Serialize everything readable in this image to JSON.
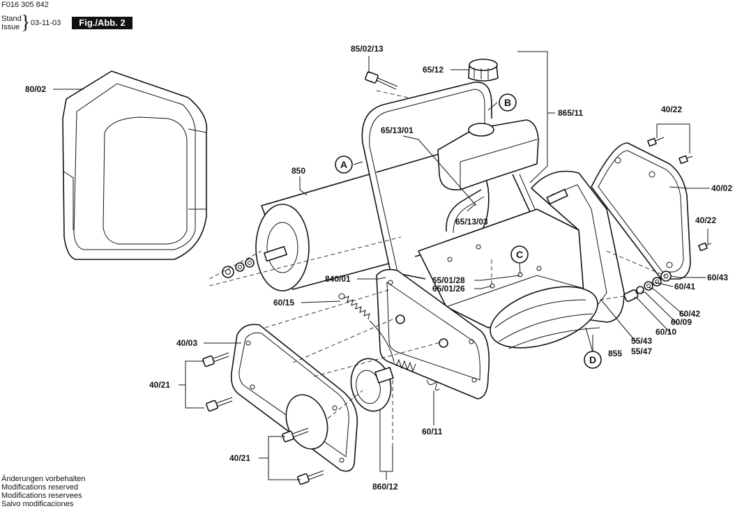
{
  "header": {
    "doc_number": "F016 305 842",
    "stand_label": "Stand",
    "issue_label": "Issue",
    "date": "03-11-03",
    "figure": "Fig./Abb. 2"
  },
  "footer_notes": [
    "Änderungen vorbehalten",
    "Modifications reserved",
    "Modifications reservees",
    "Salvo modificaciones"
  ],
  "callouts": {
    "p85_02_13": "85/02/13",
    "p65_12": "65/12",
    "p865_11": "865/11",
    "p80_02": "80/02",
    "p65_13_01": "65/13/01",
    "p850": "850",
    "p65_13_03": "65/13/03",
    "p40_22a": "40/22",
    "p40_02": "40/02",
    "p40_22b": "40/22",
    "p840_01": "840/01",
    "p65_01_28": "65/01/28",
    "p65_01_26": "65/01/26",
    "p60_15": "60/15",
    "p60_43": "60/43",
    "p60_41": "60/41",
    "p60_42": "60/42",
    "p60_09": "60/09",
    "p60_10": "60/10",
    "p55_43": "55/43",
    "p55_47": "55/47",
    "p855": "855",
    "p40_03": "40/03",
    "p40_21a": "40/21",
    "p40_21b": "40/21",
    "p60_11": "60/11",
    "p860_12": "860/12"
  },
  "reference_marks": {
    "A": "A",
    "B": "B",
    "C": "C",
    "D": "D"
  }
}
